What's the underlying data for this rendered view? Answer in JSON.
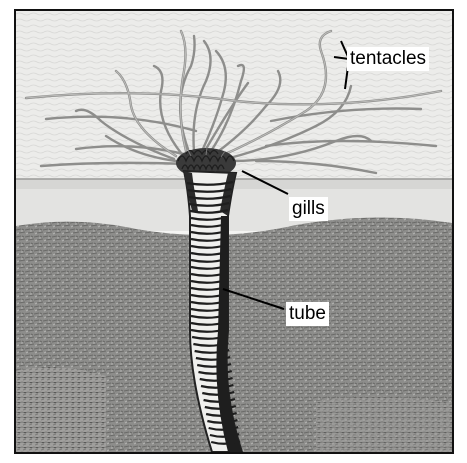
{
  "labels": {
    "tentacles": "tentacles",
    "gills": "gills",
    "tube": "tube"
  },
  "colors": {
    "sky": "#f4f4f2",
    "water_surface": "#d4d4d2",
    "sediment": "#8a8a88",
    "sediment_dark": "#6e6e6c",
    "tube_dark": "#1e1e1e",
    "tube_light": "#f2f2f0",
    "tentacle": "#8c8c8a",
    "label_line": "#000000"
  }
}
